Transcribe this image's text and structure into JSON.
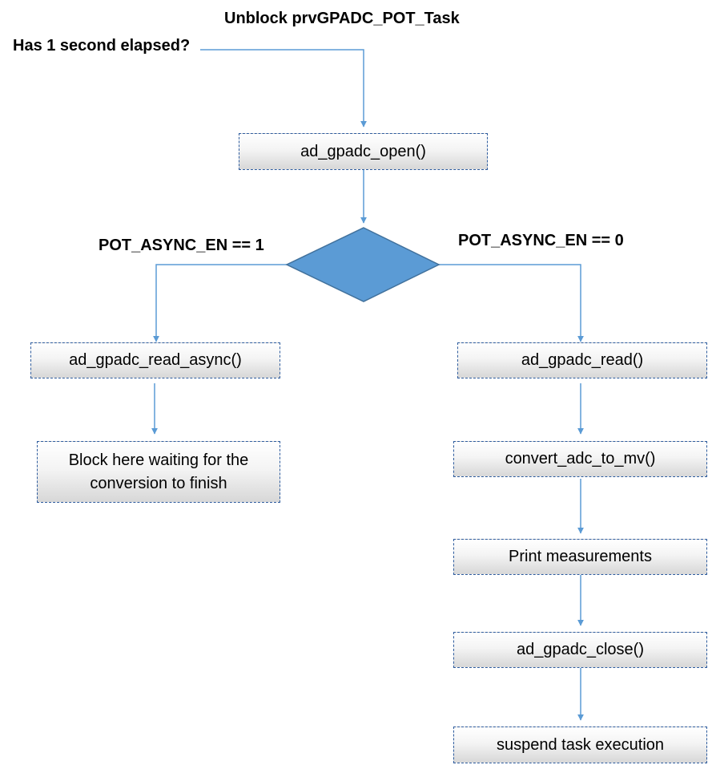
{
  "title": "Unblock prvGPADC_POT_Task",
  "trigger": "Has 1 second elapsed?",
  "branches": {
    "left_condition": "POT_ASYNC_EN == 1",
    "right_condition": "POT_ASYNC_EN == 0"
  },
  "steps": {
    "open": "ad_gpadc_open()",
    "read_async": "ad_gpadc_read_async()",
    "block_wait": "Block here waiting for the conversion to finish",
    "read": "ad_gpadc_read()",
    "convert": "convert_adc_to_mv()",
    "print": "Print measurements",
    "close": "ad_gpadc_close()",
    "suspend": "suspend task execution"
  },
  "colors": {
    "box_border": "#2e5c9e",
    "connector": "#5b9bd5",
    "decision_fill": "#5b9bd5",
    "decision_stroke": "#41719c"
  }
}
